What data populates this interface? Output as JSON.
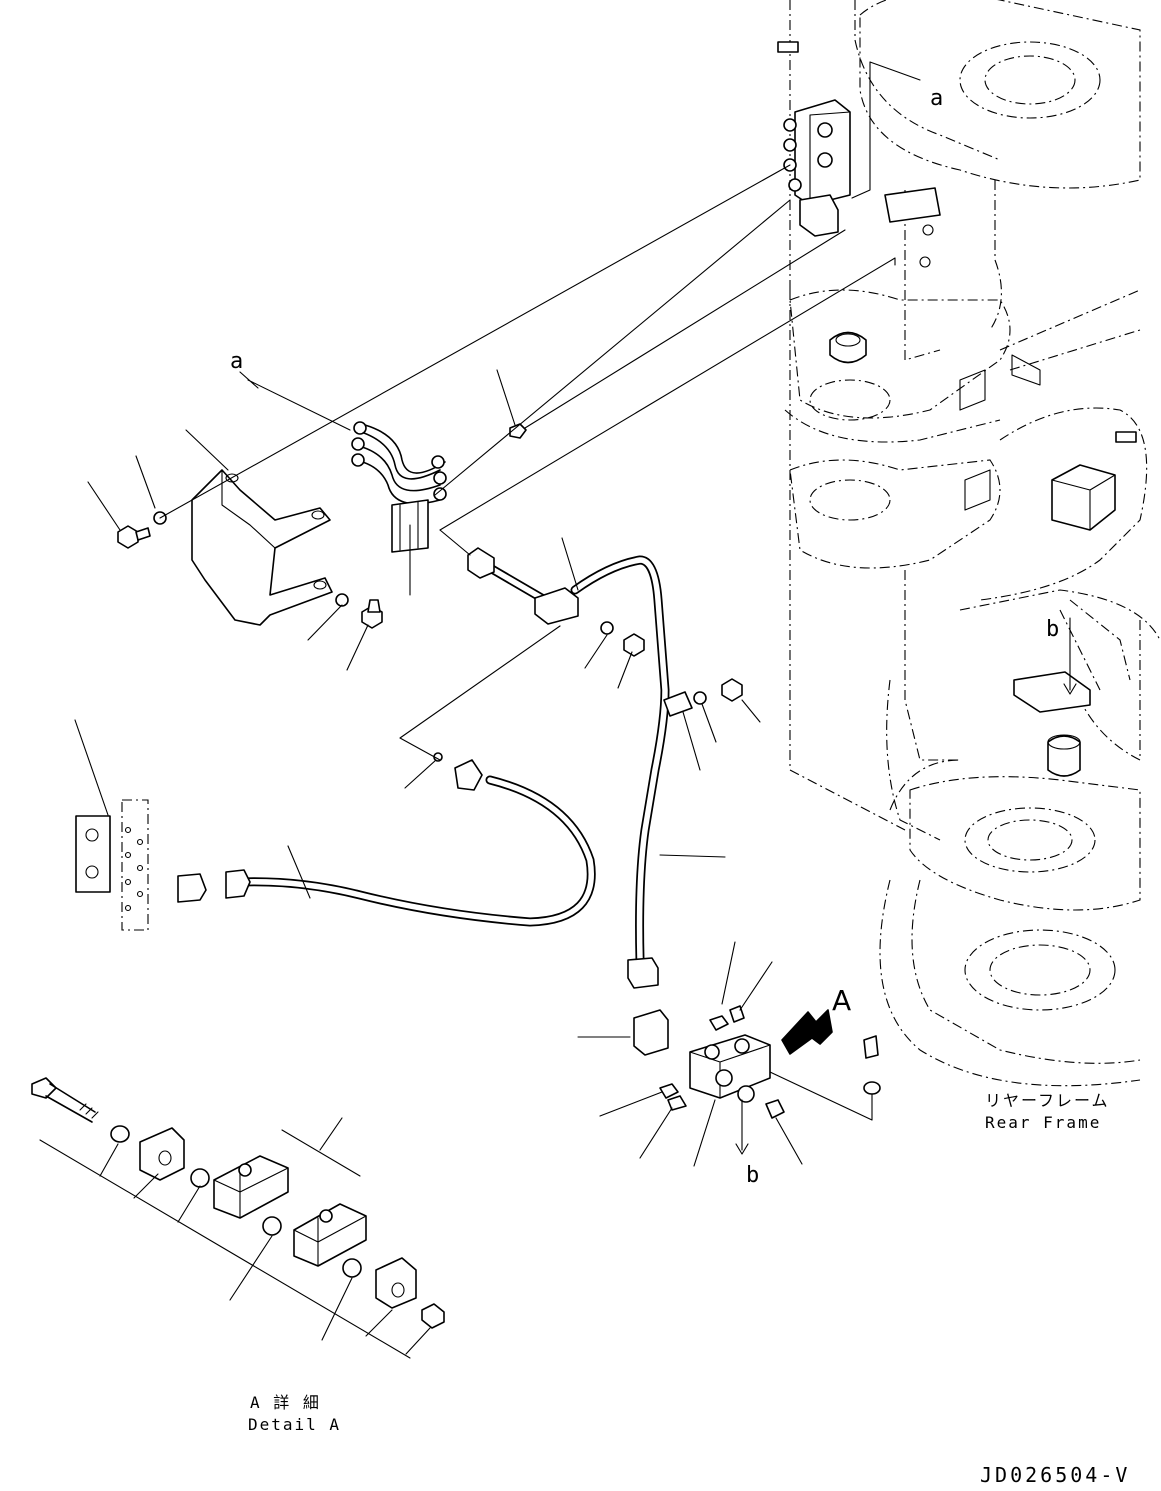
{
  "labels": {
    "ref_a_top": "a",
    "ref_a_left": "a",
    "ref_b_frame": "b",
    "ref_b_block": "b",
    "view_A": "A"
  },
  "rear_frame": {
    "jp": "リヤーフレーム",
    "en": "Rear Frame"
  },
  "detail_a": {
    "jp": "A 詳 細",
    "en": "Detail A"
  },
  "drawing_code": "JD026504-V"
}
